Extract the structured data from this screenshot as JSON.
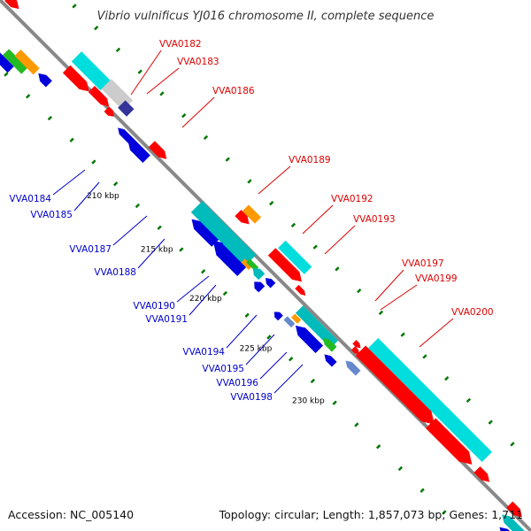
{
  "title": "Vibrio vulnificus YJ016 chromosome II, complete sequence",
  "accession": "Accession: NC_005140",
  "summary": "Topology: circular; Length: 1,857,073 bp; Genes: 1,711",
  "colors": {
    "forward_label": "#dd0000",
    "reverse_label": "#0000cc",
    "backbone": "#888888",
    "tick": "#007700"
  },
  "ticks": [
    {
      "label": "210 kbp"
    },
    {
      "label": "215 kbp"
    },
    {
      "label": "220 kbp"
    },
    {
      "label": "225 kbp"
    },
    {
      "label": "230 kbp"
    }
  ],
  "gene_labels": {
    "forward": [
      "VVA0182",
      "VVA0183",
      "VVA0186",
      "VVA0189",
      "VVA0192",
      "VVA0193",
      "VVA0197",
      "VVA0199",
      "VVA0200"
    ],
    "reverse": [
      "VVA0184",
      "VVA0185",
      "VVA0187",
      "VVA0188",
      "VVA0190",
      "VVA0191",
      "VVA0194",
      "VVA0195",
      "VVA0196",
      "VVA0198"
    ]
  }
}
